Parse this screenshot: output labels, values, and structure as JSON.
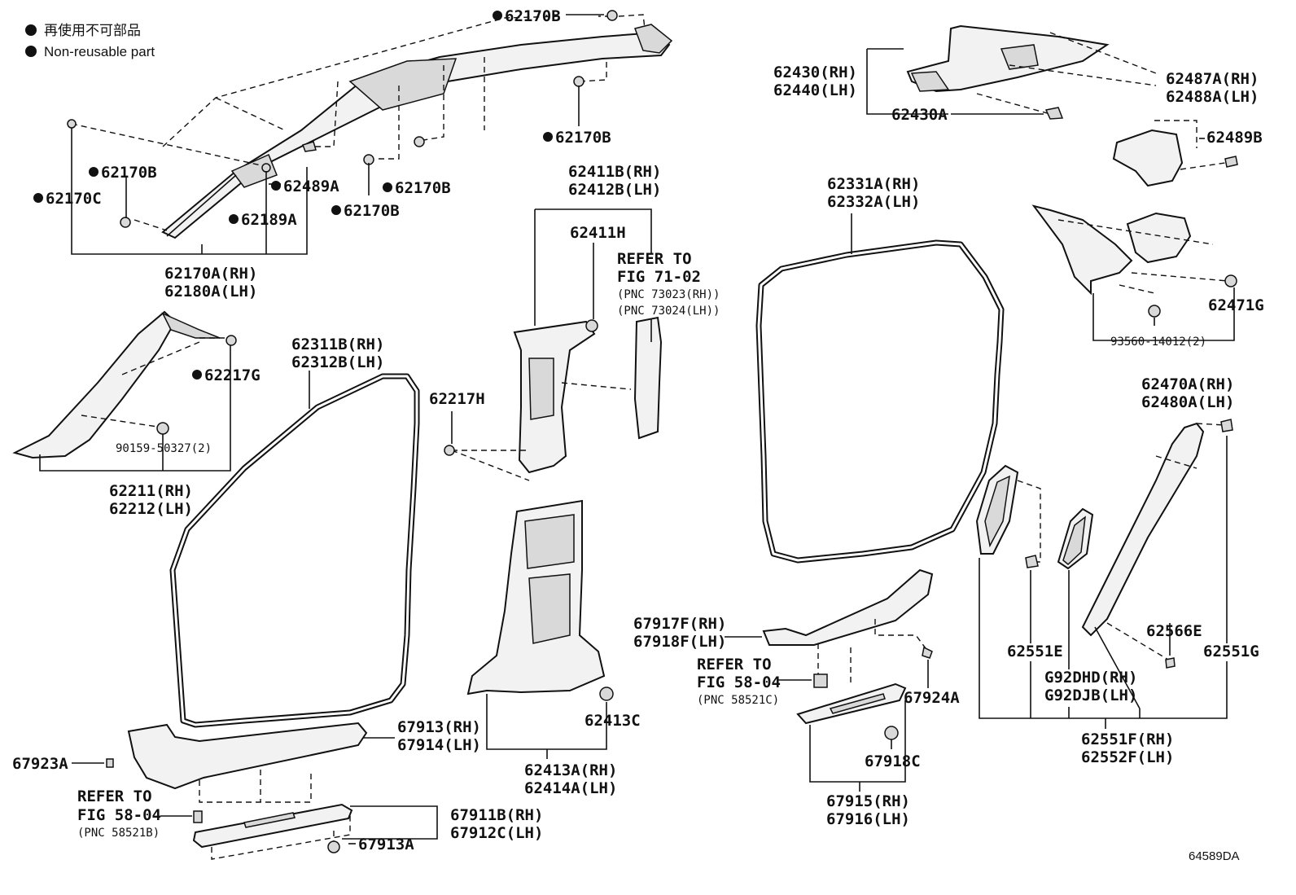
{
  "legend": {
    "jp": "再使用不可部品",
    "en": "Non-reusable part"
  },
  "catalog_code": "64589DA",
  "callouts": {
    "c62170B_a": "62170B",
    "c62170B_b": "62170B",
    "c62170B_c": "62170B",
    "c62170B_d": "62170B",
    "c62170B_e": "62170B",
    "c62170C": "62170C",
    "c62489A": "62489A",
    "c62189A": "62189A",
    "c62170A_rh": "62170A(RH)",
    "c62180A_lh": "62180A(LH)",
    "c62217G": "62217G",
    "c90159": "90159-50327(2)",
    "c62211_rh": "62211(RH)",
    "c62212_lh": "62212(LH)",
    "c62311B_rh": "62311B(RH)",
    "c62312B_lh": "62312B(LH)",
    "c62411B_rh": "62411B(RH)",
    "c62412B_lh": "62412B(LH)",
    "c62411H": "62411H",
    "ref1_a": "REFER TO",
    "ref1_b": "FIG 71-02",
    "ref1_c": "(PNC 73023(RH))",
    "ref1_d": "(PNC 73024(LH))",
    "c62217H": "62217H",
    "c62413C": "62413C",
    "c62413A_rh": "62413A(RH)",
    "c62414A_lh": "62414A(LH)",
    "c67913_rh": "67913(RH)",
    "c67914_lh": "67914(LH)",
    "c67923A": "67923A",
    "ref2_a": "REFER TO",
    "ref2_b": "FIG 58-04",
    "ref2_c": "(PNC 58521B)",
    "c67911B_rh": "67911B(RH)",
    "c67912C_lh": "67912C(LH)",
    "c67913A": "67913A",
    "c62331A_rh": "62331A(RH)",
    "c62332A_lh": "62332A(LH)",
    "c67917F_rh": "67917F(RH)",
    "c67918F_lh": "67918F(LH)",
    "ref3_a": "REFER TO",
    "ref3_b": "FIG 58-04",
    "ref3_c": "(PNC 58521C)",
    "c67924A": "67924A",
    "c67918C": "67918C",
    "c67915_rh": "67915(RH)",
    "c67916_lh": "67916(LH)",
    "c62430_rh": "62430(RH)",
    "c62440_lh": "62440(LH)",
    "c62430A": "62430A",
    "c62487A_rh": "62487A(RH)",
    "c62488A_lh": "62488A(LH)",
    "c62489B": "62489B",
    "c62471G": "62471G",
    "c93560": "93560-14012(2)",
    "c62470A_rh": "62470A(RH)",
    "c62480A_lh": "62480A(LH)",
    "c62566E": "62566E",
    "c62551E": "62551E",
    "c62551G": "62551G",
    "cG92DHD_rh": "G92DHD(RH)",
    "cG92DJB_lh": "G92DJB(LH)",
    "c62551F_rh": "62551F(RH)",
    "c62552F_lh": "62552F(LH)"
  },
  "icons": [
    "non-reusable-dot-icon"
  ]
}
